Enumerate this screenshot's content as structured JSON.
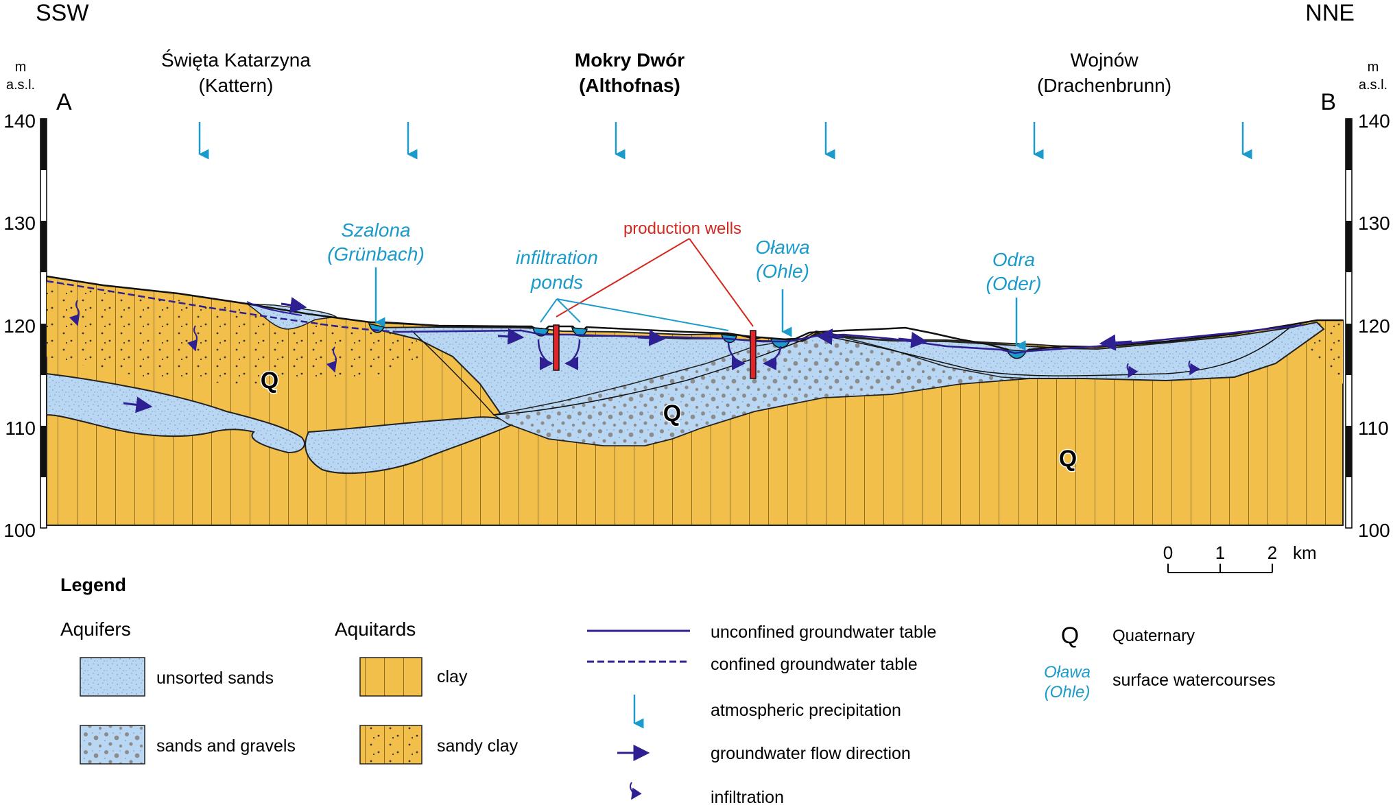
{
  "orientation": {
    "left": "SSW",
    "right": "NNE"
  },
  "section_points": {
    "start": "A",
    "end": "B"
  },
  "elevation_axis": {
    "unit_line1": "m",
    "unit_line2": "a.s.l.",
    "ticks": [
      "140",
      "130",
      "120",
      "110",
      "100"
    ]
  },
  "localities": [
    {
      "name": "Święta Katarzyna",
      "german": "(Kattern)",
      "bold": false
    },
    {
      "name": "Mokry Dwór",
      "german": "(Althofnas)",
      "bold": true
    },
    {
      "name": "Wojnów",
      "german": "(Drachenbrunn)",
      "bold": false
    }
  ],
  "watercourses": [
    {
      "name": "Szalona",
      "german": "(Grünbach)"
    },
    {
      "name": "Oława",
      "german": "(Ohle)"
    },
    {
      "name": "Odra",
      "german": "(Oder)"
    }
  ],
  "annotations": {
    "infiltration_ponds_1": "infiltration",
    "infiltration_ponds_2": "ponds",
    "production_wells": "production wells",
    "quaternary_symbol": "Q"
  },
  "scale_bar": {
    "ticks": [
      "0",
      "1",
      "2"
    ],
    "unit": "km"
  },
  "legend": {
    "title": "Legend",
    "aquifers_title": "Aquifers",
    "aquitards_title": "Aquitards",
    "unsorted_sands": "unsorted sands",
    "sands_gravels": "sands and gravels",
    "clay": "clay",
    "sandy_clay": "sandy clay",
    "unconfined": "unconfined groundwater table",
    "confined": "confined groundwater table",
    "precipitation": "atmospheric precipitation",
    "flow": "groundwater flow direction",
    "infiltration": "infiltration",
    "quaternary_symbol": "Q",
    "quaternary": "Quaternary",
    "watercourse_sample_1": "Oława",
    "watercourse_sample_2": "(Ohle)",
    "surface_watercourses": "surface watercourses"
  },
  "colors": {
    "clay": "#f2bf4a",
    "sand": "#b9d7f2",
    "water_blue": "#1b9bcb",
    "flow_arrow": "#2e1f93",
    "well_red": "#e0262a",
    "pointer_red": "#d4281f"
  }
}
